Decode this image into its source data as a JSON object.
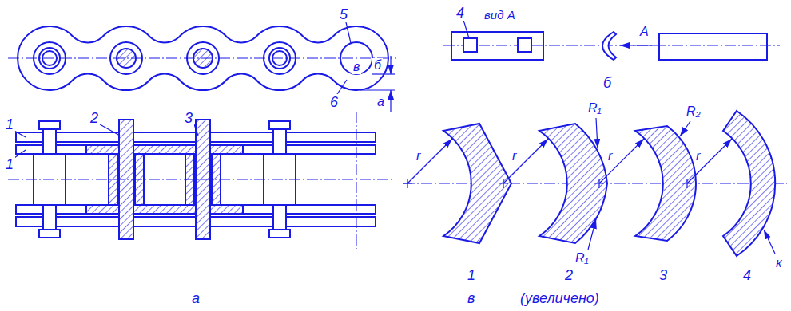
{
  "diagram": {
    "labels": [
      "5",
      "в",
      "б",
      "а",
      "6",
      "1",
      "1",
      "2",
      "3",
      "а",
      "4",
      "вид А",
      "А",
      "б",
      "r",
      "r",
      "R₁",
      "R₁",
      "r",
      "R₂",
      "r",
      "к",
      "1",
      "2",
      "3",
      "4",
      "в",
      "(увеличено)"
    ]
  }
}
